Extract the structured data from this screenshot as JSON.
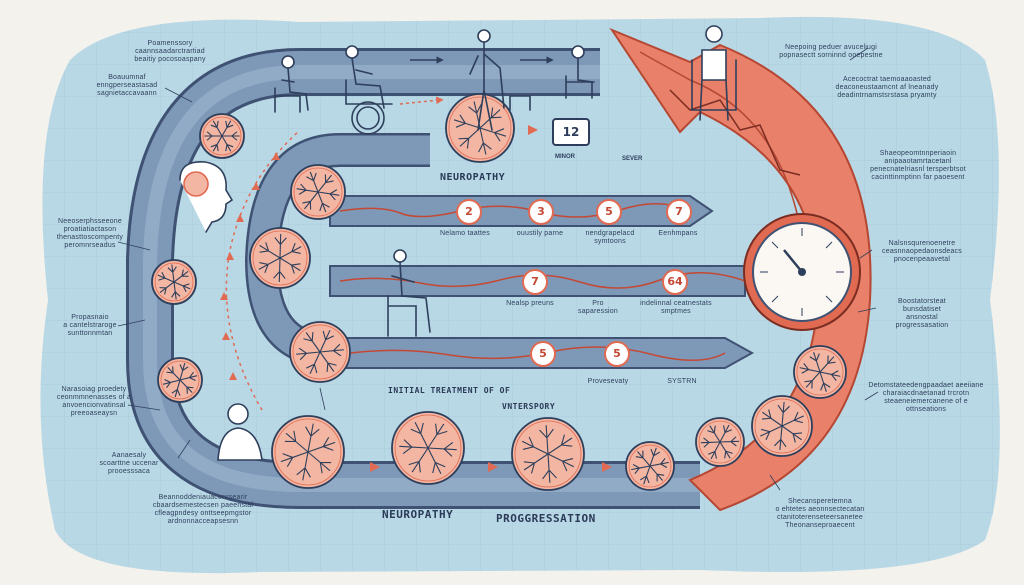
{
  "colors": {
    "background_blob": "#b9d8e6",
    "track": "#7e98b8",
    "track_dark": "#3f5273",
    "accent_red": "#e06a52",
    "nerve_fill": "#f2b6a2",
    "ink": "#2e3f5c"
  },
  "headings": {
    "neuropathy_top": "NEUROPATHY",
    "initial_treatment": "INITIAL TREATMENT OF OF",
    "vntersporty": "VNTERSPORY",
    "neuropathy_bottom": "NEUROPATHY",
    "progression": "PROGGRESSATION"
  },
  "stage_badges": {
    "box_value": "12",
    "box_caption": "MINOR",
    "person_caption": "SEVER"
  },
  "row1": {
    "badges": [
      "2",
      "3",
      "5",
      "7"
    ],
    "captions": [
      "Nelamo taattes",
      "ouustily parne",
      "nendgrapelacd\nsymtoons",
      "Eenhmpans"
    ]
  },
  "row2": {
    "badges": [
      "7",
      "64"
    ],
    "captions": [
      "Nealsp preuns",
      "Pro\nsaparession",
      "indelinnal ceatnestats\nsmptmes"
    ]
  },
  "row3": {
    "badges": [
      "5",
      "5"
    ],
    "captions": [
      "Provesevaty",
      "SYSTRN"
    ]
  },
  "annotations_left": [
    "Poamenssory\ncaannsaadarctrartiad\nbeaitiy pocosoaspany",
    "Boauumnaf\nenngperseastasad\nsagnietaccavaann",
    "Neeoserphsseeone\nproatiatiactason\nthenasttoscompenty\nperomnrseadus",
    "Propasnaio\na cantelstraroge\nsunttonnmtan",
    "Narasoiag proedety\nceonmmnenasses of a\nanvoencionvatinsal\npreeoaseaysn",
    "Aanaesaly\nscoarttne uccenar\nprooesssaca",
    "Beannoddeniauacenrsearir\ncbaardsemestecsen paeenstal\ncfleagpndesy onttseepmgstor\nardnonnacceapsesnn"
  ],
  "annotations_right": [
    "Neepoing peduer avuceliugi\npopnasectt sorninnd ooepestne",
    "Acecoctrat taemoaaoasted\ndeaconeustaamcnt af lneanady\ndeadintrnamstsrstasa pryamty",
    "Shaeopeomtnnperiaoin\nanipaaotamrtacetanl\npenecnatelriasnl tersperbtsot\ncacinttinmptinn far paoesent",
    "Nalsnsqurenoenetre\nceasnnaopedaonsdeacs\npnocenpeaavetal",
    "Boostatorsteat\nbunsdatiset\nansnostal\nprogressasation",
    "Detomstateedengpaadaet aeeiiane\ncharaiacdnaetanad trcrotn\nsteaeneiemercanene of e\nottnseations",
    "Shecansperetemna\no ehtetes aeonnsectecatan\nctanitoterenseteersanetee\nTheonanseproaecent"
  ]
}
